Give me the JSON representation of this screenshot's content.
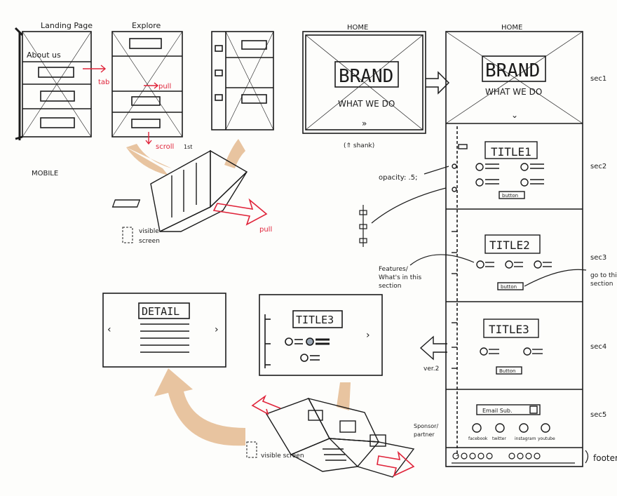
{
  "mobile": {
    "section_label": "MOBILE",
    "screens": [
      {
        "title": "Landing Page",
        "heading": "About us"
      },
      {
        "title": "Explore"
      },
      {
        "title": ""
      }
    ],
    "tab_note": "tab",
    "pull_note": "pull",
    "scroll_note": "scroll",
    "fold_label": "1st",
    "fold_pull_note": "pull",
    "visible_screen_note": [
      "visible",
      "screen"
    ]
  },
  "home_v1": {
    "title": "HOME",
    "brand": "BRAND",
    "tagline": "WHAT WE DO",
    "chevron": "»",
    "note": "(⇑ shank)"
  },
  "home_v2": {
    "title": "HOME",
    "brand": "BRAND",
    "tagline": "WHAT WE DO",
    "chevron": "⌄",
    "sections": [
      {
        "label": "sec1"
      },
      {
        "label": "sec2",
        "title": "TITLE1",
        "button": "button"
      },
      {
        "label": "sec3",
        "title": "TITLE2",
        "button": "button"
      },
      {
        "label": "sec4",
        "title": "TITLE3",
        "button": "Button"
      },
      {
        "label": "sec5",
        "email": "Email Sub."
      }
    ],
    "footer_label": "footer",
    "social": [
      "facebook",
      "twitter",
      "instagram",
      "youtube"
    ]
  },
  "annotations": {
    "opacity": "opacity: .5;",
    "features": [
      "Features/",
      "What's in this",
      "section"
    ],
    "go_to": [
      "go to this",
      "section"
    ],
    "ver2": "ver.2",
    "sponsor": [
      "Sponsor/",
      "partner"
    ],
    "visible_screen": "visible screen"
  },
  "detail": {
    "title": "DETAIL",
    "prev": "‹",
    "next": "›"
  },
  "title3_view": {
    "title": "TITLE3",
    "next": "›"
  },
  "colors": {
    "ink": "#1b1b1b",
    "red": "#e0243a",
    "tan": "#e8c4a0"
  }
}
